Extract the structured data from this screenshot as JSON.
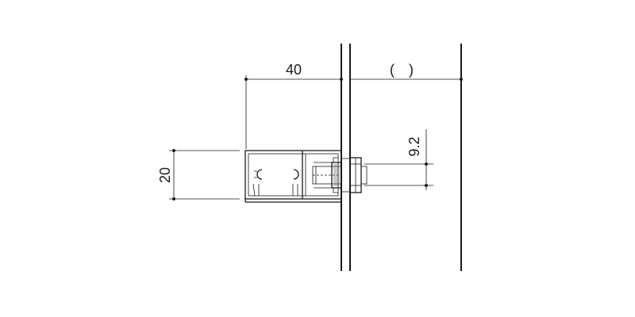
{
  "dimensions": {
    "profile_width": "40",
    "profile_height": "20",
    "bolt_offset": "9.2",
    "panel_gap": "(　)"
  },
  "colors": {
    "line": "#1a1a1a",
    "background": "#ffffff",
    "hatch": "#888888"
  }
}
